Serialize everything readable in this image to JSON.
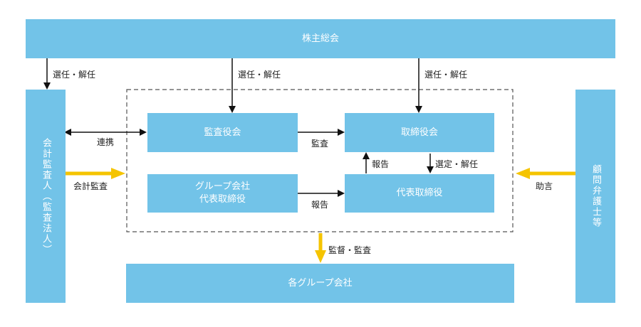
{
  "nodes": {
    "shareholders_meeting": "株主総会",
    "accounting_auditor": "会計監査人（監査法人）",
    "audit_board": "監査役会",
    "board_of_directors": "取締役会",
    "group_companies_reps_line1": "グループ会社",
    "group_companies_reps_line2": "代表取締役",
    "representative_director": "代表取締役",
    "group_companies": "各グループ会社",
    "advisors": "顧問弁護士等"
  },
  "edges": {
    "elect_dismiss_auditor": "選任・解任",
    "elect_dismiss_audit_board": "選任・解任",
    "elect_dismiss_board": "選任・解任",
    "cooperation": "連携",
    "audit_board_to_board": "監査",
    "accounting_audit": "会計監査",
    "report_up": "報告",
    "selection_dismissal": "選定・解任",
    "report_group": "報告",
    "advice": "助言",
    "supervision_audit": "監督・監査"
  },
  "colors": {
    "box_fill": "#72c3e8",
    "box_text": "#ffffff",
    "arrow_black": "#111111",
    "arrow_yellow": "#f5c400",
    "dashed_border": "#555555"
  }
}
